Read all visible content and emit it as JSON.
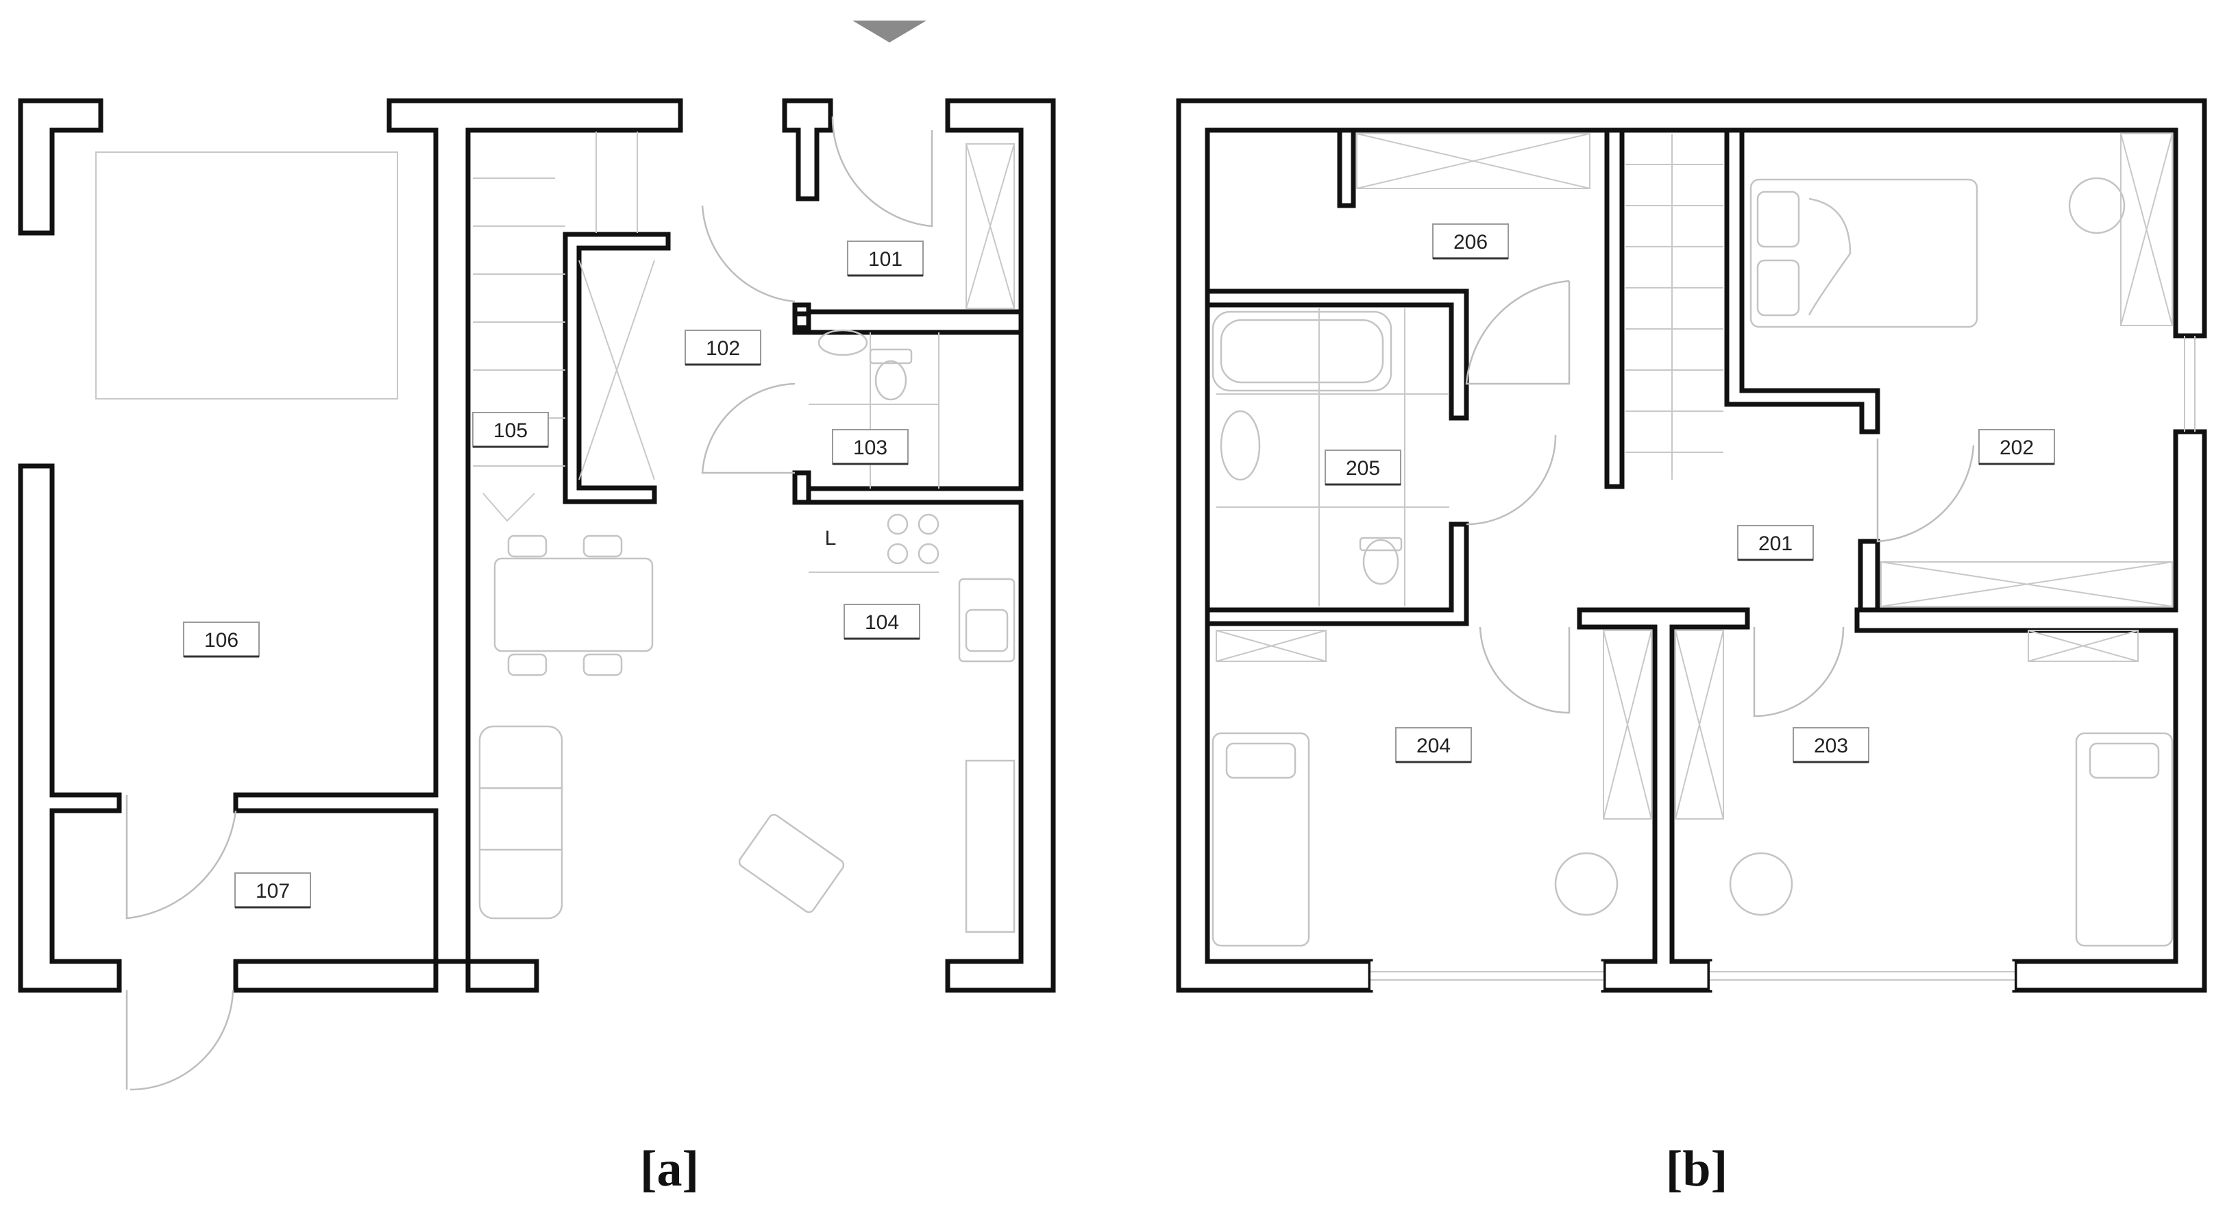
{
  "plans": [
    {
      "id": "a",
      "caption": "[a]",
      "rooms": [
        "101",
        "102",
        "103",
        "104",
        "105",
        "106",
        "107"
      ],
      "kitchen_mark": "L"
    },
    {
      "id": "b",
      "caption": "[b]",
      "rooms": [
        "201",
        "202",
        "203",
        "204",
        "205",
        "206"
      ]
    }
  ],
  "colors": {
    "wall": "#111111",
    "fixture": "#c4c4c4",
    "entrance_marker": "#8a8a8a"
  },
  "icons": [
    "entrance-arrow-icon",
    "door-swing-icon",
    "stair-icon",
    "bathtub-icon",
    "toilet-icon",
    "sink-icon",
    "bed-icon",
    "stove-icon",
    "wardrobe-icon"
  ]
}
